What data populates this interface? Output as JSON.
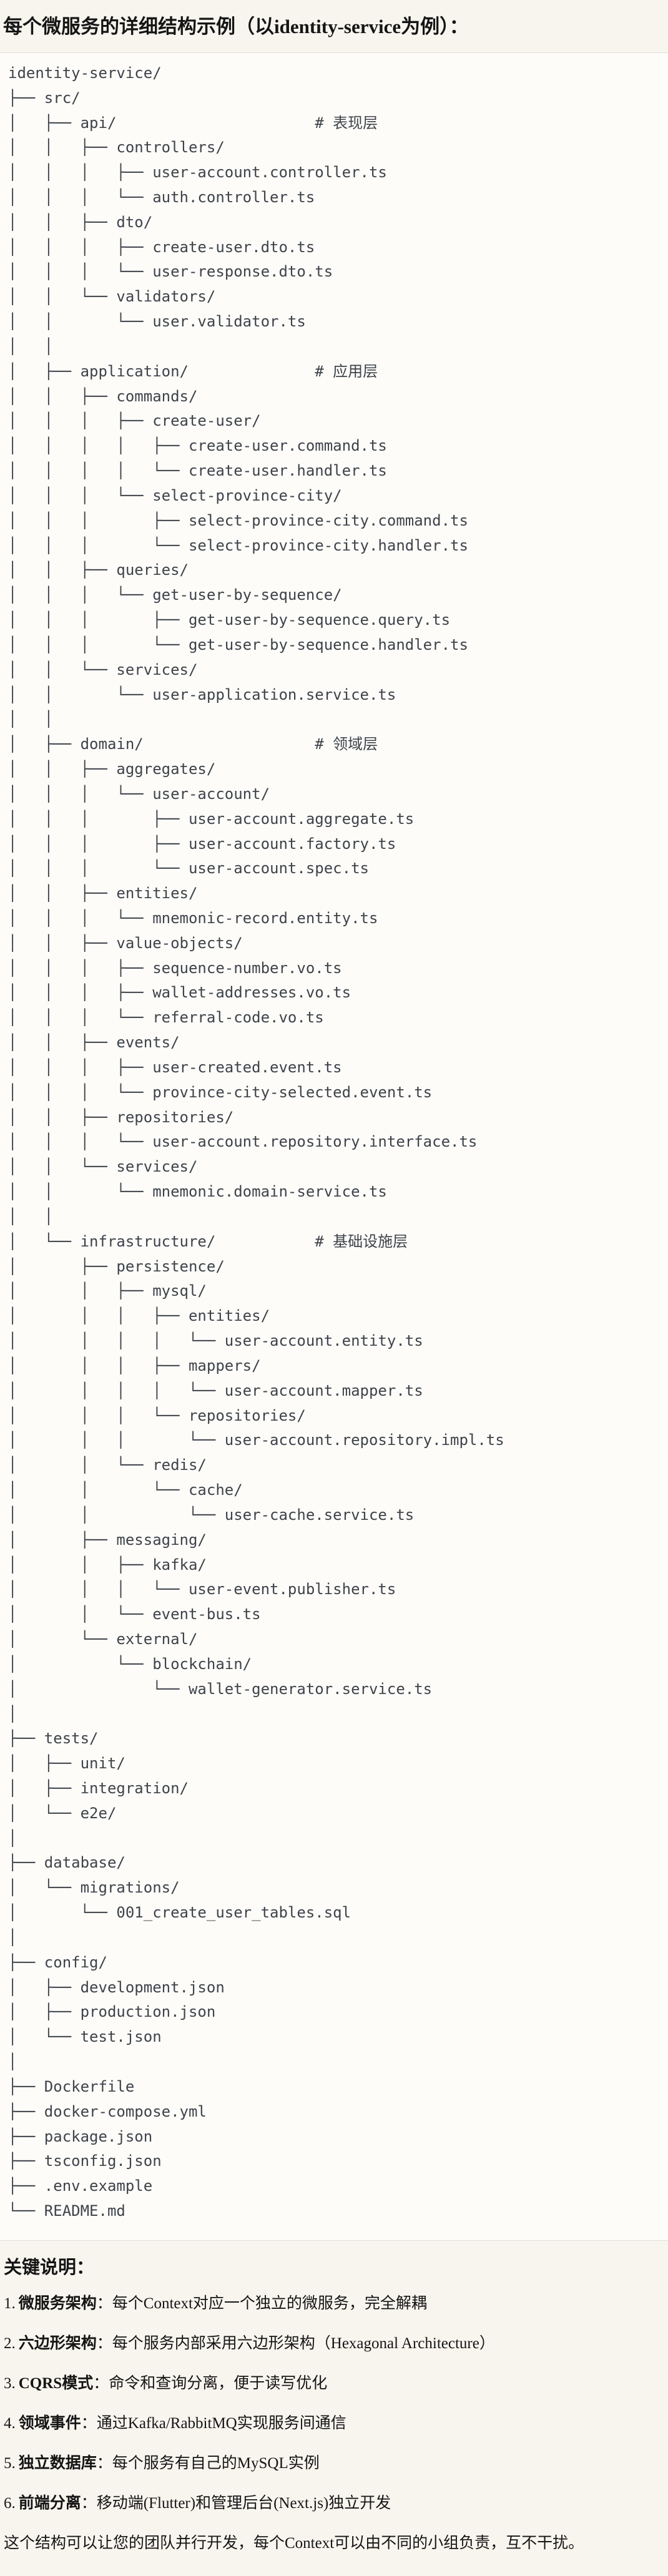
{
  "title": "每个微服务的详细结构示例（以identity-service为例）：",
  "tree": {
    "lines": [
      "identity-service/",
      "├── src/",
      "│   ├── api/                      # 表现层",
      "│   │   ├── controllers/",
      "│   │   │   ├── user-account.controller.ts",
      "│   │   │   └── auth.controller.ts",
      "│   │   ├── dto/",
      "│   │   │   ├── create-user.dto.ts",
      "│   │   │   └── user-response.dto.ts",
      "│   │   └── validators/",
      "│   │       └── user.validator.ts",
      "│   │",
      "│   ├── application/              # 应用层",
      "│   │   ├── commands/",
      "│   │   │   ├── create-user/",
      "│   │   │   │   ├── create-user.command.ts",
      "│   │   │   │   └── create-user.handler.ts",
      "│   │   │   └── select-province-city/",
      "│   │   │       ├── select-province-city.command.ts",
      "│   │   │       └── select-province-city.handler.ts",
      "│   │   ├── queries/",
      "│   │   │   └── get-user-by-sequence/",
      "│   │   │       ├── get-user-by-sequence.query.ts",
      "│   │   │       └── get-user-by-sequence.handler.ts",
      "│   │   └── services/",
      "│   │       └── user-application.service.ts",
      "│   │",
      "│   ├── domain/                   # 领域层",
      "│   │   ├── aggregates/",
      "│   │   │   └── user-account/",
      "│   │   │       ├── user-account.aggregate.ts",
      "│   │   │       ├── user-account.factory.ts",
      "│   │   │       └── user-account.spec.ts",
      "│   │   ├── entities/",
      "│   │   │   └── mnemonic-record.entity.ts",
      "│   │   ├── value-objects/",
      "│   │   │   ├── sequence-number.vo.ts",
      "│   │   │   ├── wallet-addresses.vo.ts",
      "│   │   │   └── referral-code.vo.ts",
      "│   │   ├── events/",
      "│   │   │   ├── user-created.event.ts",
      "│   │   │   └── province-city-selected.event.ts",
      "│   │   ├── repositories/",
      "│   │   │   └── user-account.repository.interface.ts",
      "│   │   └── services/",
      "│   │       └── mnemonic.domain-service.ts",
      "│   │",
      "│   └── infrastructure/           # 基础设施层",
      "│       ├── persistence/",
      "│       │   ├── mysql/",
      "│       │   │   ├── entities/",
      "│       │   │   │   └── user-account.entity.ts",
      "│       │   │   ├── mappers/",
      "│       │   │   │   └── user-account.mapper.ts",
      "│       │   │   └── repositories/",
      "│       │   │       └── user-account.repository.impl.ts",
      "│       │   └── redis/",
      "│       │       └── cache/",
      "│       │           └── user-cache.service.ts",
      "│       ├── messaging/",
      "│       │   ├── kafka/",
      "│       │   │   └── user-event.publisher.ts",
      "│       │   └── event-bus.ts",
      "│       └── external/",
      "│           └── blockchain/",
      "│               └── wallet-generator.service.ts",
      "│",
      "├── tests/",
      "│   ├── unit/",
      "│   ├── integration/",
      "│   └── e2e/",
      "│",
      "├── database/",
      "│   └── migrations/",
      "│       └── 001_create_user_tables.sql",
      "│",
      "├── config/",
      "│   ├── development.json",
      "│   ├── production.json",
      "│   └── test.json",
      "│",
      "├── Dockerfile",
      "├── docker-compose.yml",
      "├── package.json",
      "├── tsconfig.json",
      "├── .env.example",
      "└── README.md"
    ]
  },
  "notes": {
    "heading": "关键说明：",
    "items": [
      {
        "num": "1.",
        "term": "微服务架构",
        "desc": "：每个Context对应一个独立的微服务，完全解耦"
      },
      {
        "num": "2.",
        "term": "六边形架构",
        "desc": "：每个服务内部采用六边形架构（Hexagonal Architecture）"
      },
      {
        "num": "3.",
        "term": "CQRS模式",
        "desc": "：命令和查询分离，便于读写优化"
      },
      {
        "num": "4.",
        "term": "领域事件",
        "desc": "：通过Kafka/RabbitMQ实现服务间通信"
      },
      {
        "num": "5.",
        "term": "独立数据库",
        "desc": "：每个服务有自己的MySQL实例"
      },
      {
        "num": "6.",
        "term": "前端分离",
        "desc": "：移动端(Flutter)和管理后台(Next.js)独立开发"
      }
    ],
    "closing": "这个结构可以让您的团队并行开发，每个Context可以由不同的小组负责，互不干扰。"
  },
  "colors": {
    "page_bg": "#f8f5ef",
    "code_bg": "#fdfcf9",
    "border": "#e2e0d9",
    "tree_text": "#3e434a",
    "text": "#151515"
  }
}
